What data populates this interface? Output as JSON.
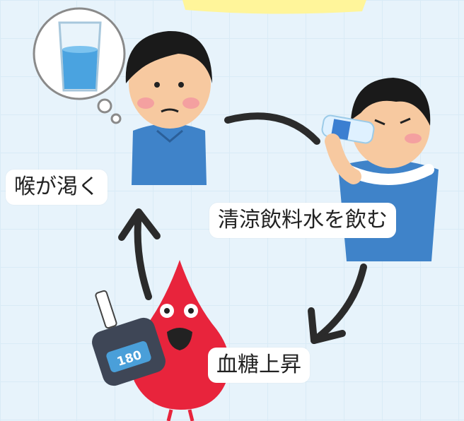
{
  "labels": {
    "thirst": "喉が渇く",
    "drink": "清涼飲料水を飲む",
    "blood_sugar": "血糖上昇"
  },
  "meter": {
    "reading": "180"
  },
  "colors": {
    "background": "#e7f3fb",
    "banner": "#fff59a",
    "arrow": "#2b2b2b",
    "blood_drop": "#e8243c",
    "shirt": "#3f83c9"
  }
}
